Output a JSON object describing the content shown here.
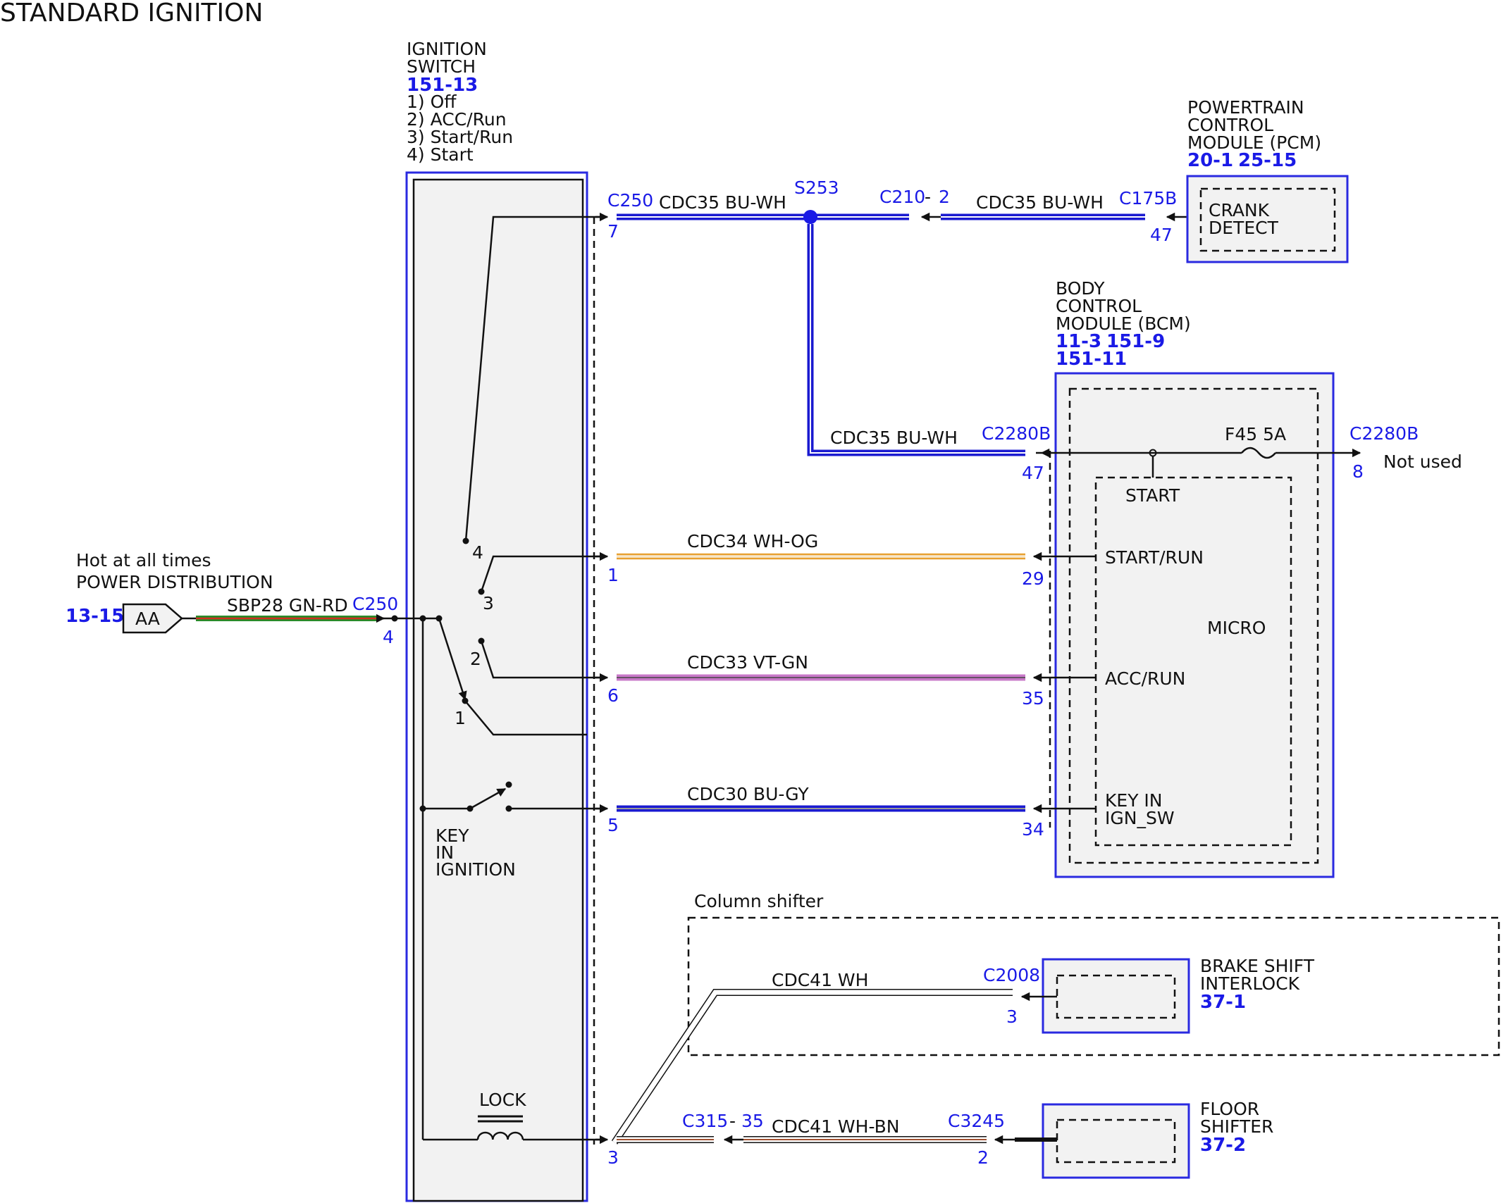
{
  "title": "STANDARD IGNITION",
  "ignition_switch": {
    "name_line1": "IGNITION",
    "name_line2": "SWITCH",
    "ref": "151-13",
    "positions": [
      "1) Off",
      "2) ACC/Run",
      "3) Start/Run",
      "4) Start"
    ],
    "contact_numbers": [
      "4",
      "3",
      "2",
      "1"
    ],
    "key_label": [
      "KEY",
      "IN",
      "IGNITION"
    ],
    "lock_label": "LOCK"
  },
  "power_source": {
    "line1": "Hot at all times",
    "line2": "POWER DISTRIBUTION",
    "ref": "13-15",
    "connector_tag": "AA"
  },
  "pcm": {
    "name_lines": [
      "POWERTRAIN",
      "CONTROL",
      "MODULE (PCM)"
    ],
    "refs": [
      "20-1",
      "25-15"
    ],
    "inner_lines": [
      "CRANK",
      "DETECT"
    ]
  },
  "bcm": {
    "name_lines": [
      "BODY",
      "CONTROL",
      "MODULE (BCM)"
    ],
    "refs": [
      "11-3",
      "151-9",
      "151-11"
    ],
    "fuse": "F45  5A",
    "start": "START",
    "micro": "MICRO",
    "inputs": [
      "START/RUN",
      "ACC/RUN",
      "KEY IN",
      "IGN_SW"
    ],
    "not_used": "Not used"
  },
  "column_shifter": {
    "label": "Column shifter"
  },
  "brake_shift_interlock": {
    "name_lines": [
      "BRAKE SHIFT",
      "INTERLOCK"
    ],
    "ref": "37-1"
  },
  "floor_shifter": {
    "name_lines": [
      "FLOOR",
      "SHIFTER"
    ],
    "ref": "37-2"
  },
  "splice": "S253",
  "connectors": {
    "c250_top": "C250",
    "c250_left": "C250",
    "c210": "C210",
    "c210_pin": "2",
    "c175b": "C175B",
    "c2280b_left": "C2280B",
    "c2280b_right": "C2280B",
    "c2008": "C2008",
    "c315": "C315",
    "c315_pin": "35",
    "c3245": "C3245",
    "dash": "-"
  },
  "pins": {
    "c250_7": "7",
    "c175b_47": "47",
    "c2280b_47": "47",
    "c2280b_8": "8",
    "c250_1": "1",
    "c2280b_29": "29",
    "c250_4": "4",
    "c250_6": "6",
    "c2280b_35": "35",
    "c250_5": "5",
    "c2280b_34": "34",
    "c2008_3": "3",
    "c250_3": "3",
    "c3245_2": "2"
  },
  "wires": {
    "cdc35_a": "CDC35  BU-WH",
    "cdc35_b": "CDC35  BU-WH",
    "cdc35_c": "CDC35    BU-WH",
    "cdc34": "CDC34  WH-OG",
    "sbp28": "SBP28  GN-RD",
    "cdc33": "CDC33  VT-GN",
    "cdc30": "CDC30  BU-GY",
    "cdc41_wh": "CDC41  WH",
    "cdc41_whbn": "CDC41  WH-BN"
  },
  "colors": {
    "connector_blue": "#1a1ae6",
    "bu_wh_blue": "#1a1ad0",
    "wh_og_orange": "#e8a030",
    "vt_gn_violet": "#c878c8",
    "gn_rd_green": "#2a8a2a",
    "gn_rd_red": "#d03020",
    "wh_bn_brown": "#a05030"
  }
}
